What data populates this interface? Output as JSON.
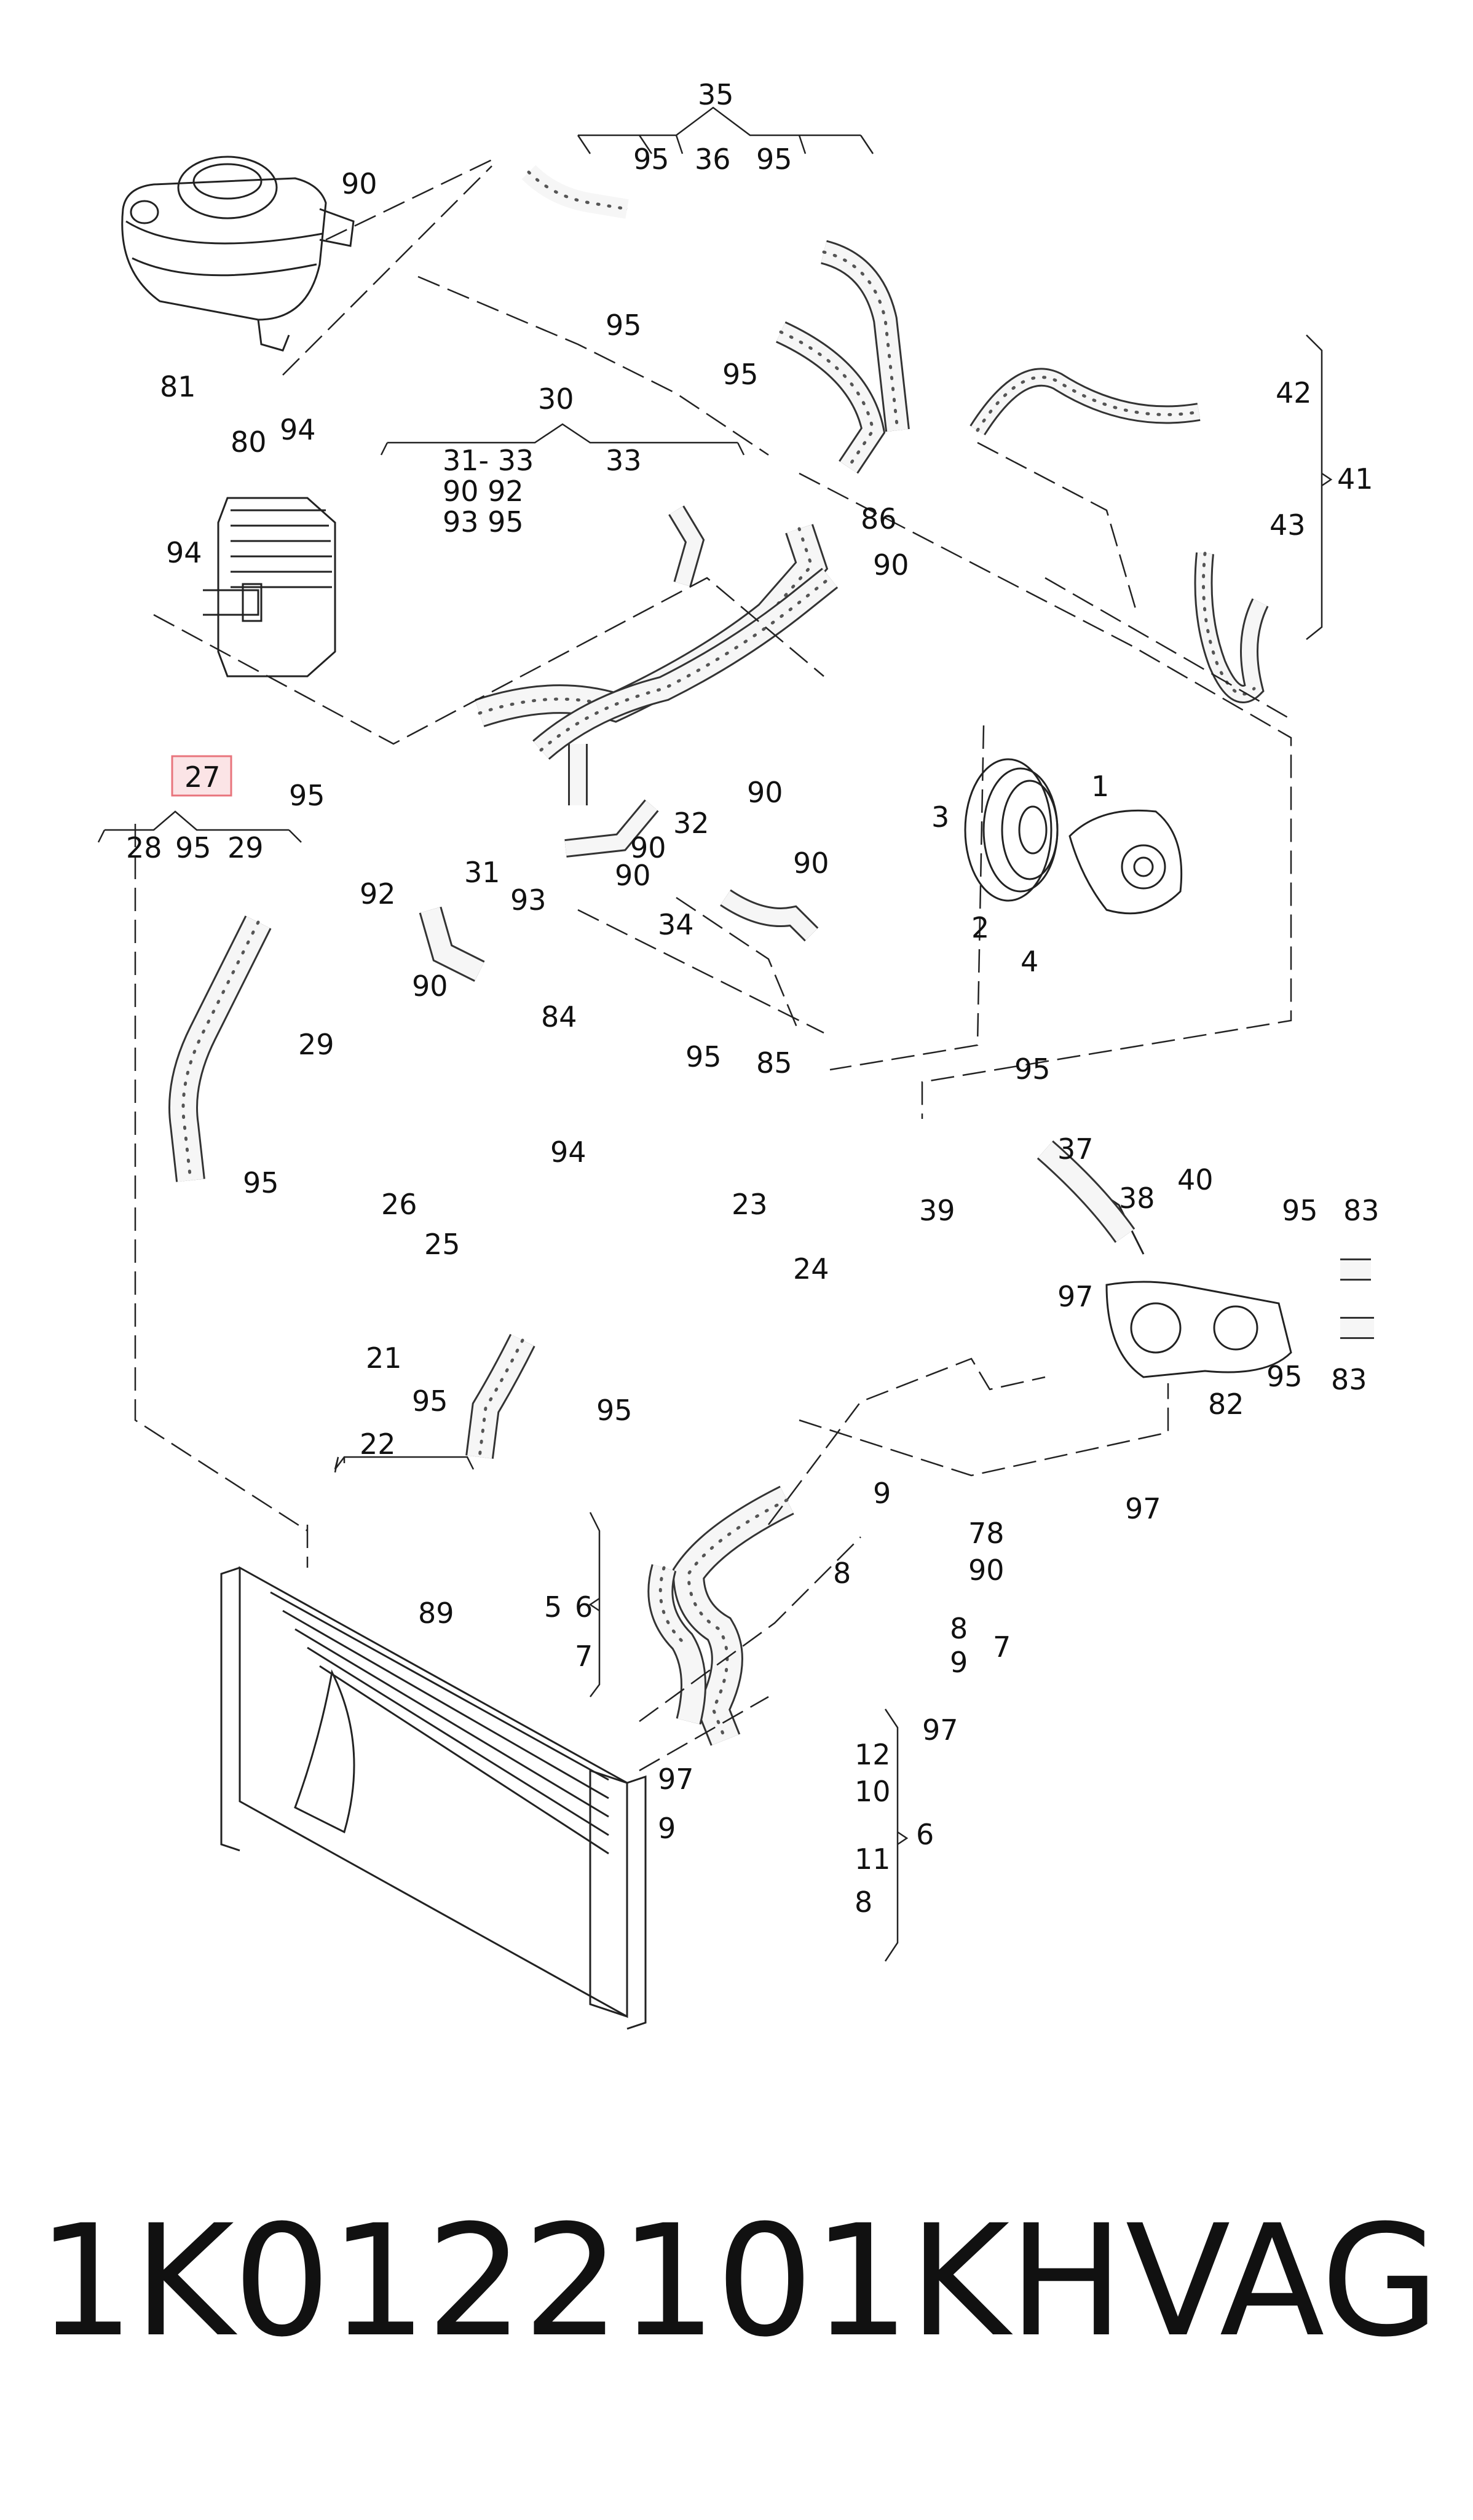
{
  "caption": {
    "part_number": "1K0122101KH",
    "brand": "VAG"
  },
  "diagram": {
    "highlight": {
      "label": "27",
      "color": "#e8747c",
      "fill": "#fbe4e6"
    },
    "callouts": {
      "c35": "35",
      "c95a": "95",
      "c36": "36",
      "c95b": "95",
      "c90a": "90",
      "c95c": "95",
      "c95d": "95",
      "c81": "81",
      "c94a": "94",
      "c30": "30",
      "c31_33": "31- 33",
      "c90_92": "90  92",
      "c93_95": "93  95",
      "c33": "33",
      "c80": "80",
      "c94b": "94",
      "c86": "86",
      "c90b": "90",
      "c42": "42",
      "c41": "41",
      "c43": "43",
      "c28": "28",
      "c95e": "95",
      "c29a": "29",
      "c95f": "95",
      "c92": "92",
      "c31": "31",
      "c93": "93",
      "c90c": "90",
      "c90d": "90",
      "c32": "32",
      "c90e": "90",
      "c90f": "90",
      "c34": "34",
      "c90g": "90",
      "c1": "1",
      "c3": "3",
      "c2": "2",
      "c4": "4",
      "c29b": "29",
      "c84": "84",
      "c95g": "95",
      "c85": "85",
      "c94c": "94",
      "c95h": "95",
      "c26": "26",
      "c25": "25",
      "c23": "23",
      "c24": "24",
      "c95i": "95",
      "c39": "39",
      "c37": "37",
      "c38": "38",
      "c40": "40",
      "c95j": "95",
      "c83a": "83",
      "c97a": "97",
      "c95k": "95",
      "c83b": "83",
      "c82": "82",
      "c97b": "97",
      "c21": "21",
      "c95l": "95",
      "c22": "22",
      "c95m": "95",
      "c89": "89",
      "c5": "5",
      "c6a": "6",
      "c7a": "7",
      "c9a": "9",
      "c78": "78",
      "c90h": "90",
      "c8a": "8",
      "c8b": "8",
      "c9b": "9",
      "c7b": "7",
      "c97c": "97",
      "c12": "12",
      "c97d": "97",
      "c10": "10",
      "c9c": "9",
      "c6b": "6",
      "c11": "11",
      "c8c": "8"
    }
  }
}
